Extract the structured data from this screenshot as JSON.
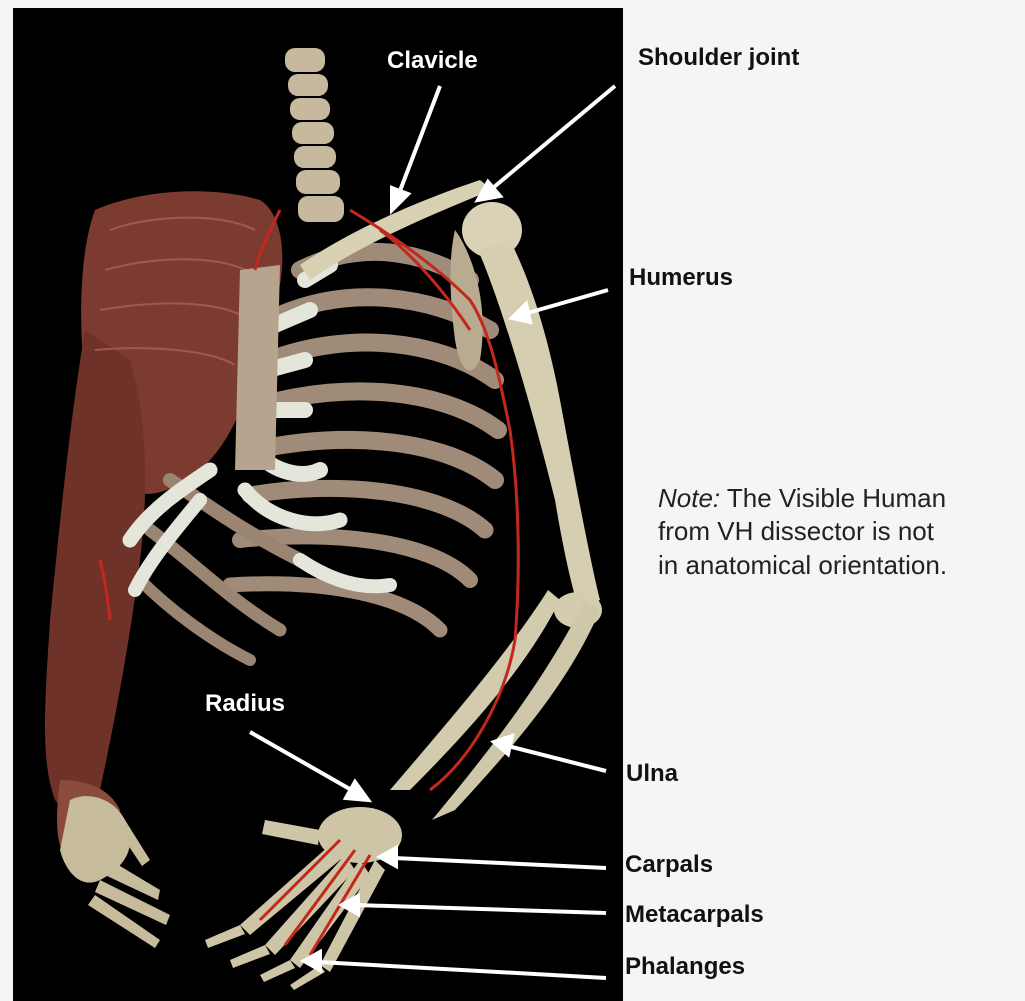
{
  "labels": {
    "clavicle": "Clavicle",
    "shoulder_joint": "Shoulder joint",
    "humerus": "Humerus",
    "radius": "Radius",
    "ulna": "Ulna",
    "carpals": "Carpals",
    "metacarpals": "Metacarpals",
    "phalanges": "Phalanges"
  },
  "note": {
    "lead": "Note:",
    "line1": " The Visible Human",
    "line2": "from VH dissector is not",
    "line3": "in anatomical orientation."
  },
  "colors": {
    "background": "#f5f5f5",
    "image_background": "#000000",
    "bone": "#d9d2b6",
    "cartilage": "#e6e8de",
    "muscle": "#7a3a30",
    "artery": "#c4281c",
    "arrow": "#ffffff"
  }
}
